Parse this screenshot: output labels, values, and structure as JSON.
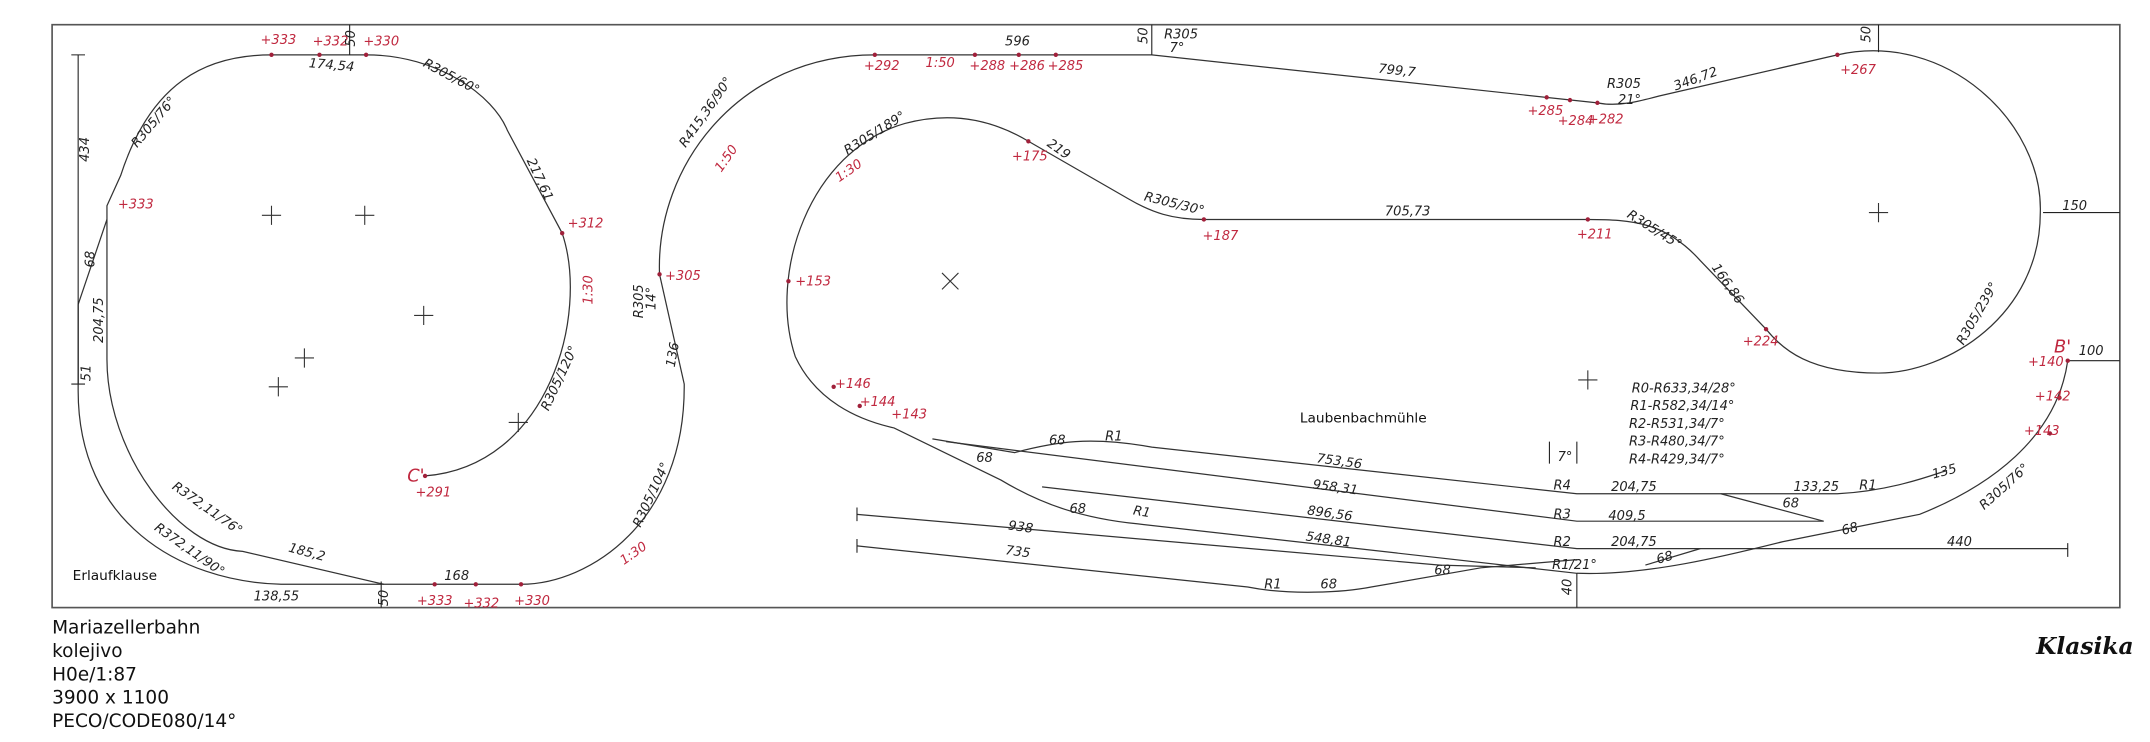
{
  "info": {
    "lines": [
      "Mariazellerbahn",
      "kolejivo",
      "H0e/1:87",
      "3900 x 1100",
      "PECO/CODE080/14°"
    ],
    "brand": "Klasika"
  },
  "stations": {
    "left": "Erlaufklause",
    "center": "Laubenbachmühle"
  },
  "legend": [
    "R0-R633,34/28°",
    "R1-R582,34/14°",
    "R2-R531,34/7°",
    "R3-R480,34/7°",
    "R4-R429,34/7°"
  ],
  "labels": {
    "a1": "+333",
    "a2": "+332",
    "a3": "50",
    "a4": "+330",
    "a5": "174,54",
    "a6": "R305/76°",
    "a7": "R305/60°",
    "a8": "217,61",
    "a9": "+312",
    "a10": "434",
    "a11": "+333",
    "a12": "68",
    "a13": "204,75",
    "a14": "51",
    "a15": "1:30",
    "a16": "R305/120°",
    "a17": "C'",
    "a18": "+291",
    "a19": "R372,11/76°",
    "a20": "R372,11/90°",
    "a21": "185,2",
    "a22": "138,55",
    "a23": "50",
    "a24": "168",
    "a25": "+333",
    "a26": "+332",
    "a27": "+330",
    "a28": "R305/104°",
    "a29": "1:30",
    "b1": "136",
    "b2": "R305",
    "b3": "14°",
    "b4": "+305",
    "b5": "R415,36/90°",
    "b6": "1:50",
    "c1": "+292",
    "c2": "1:50",
    "c3": "+288",
    "c4": "+286",
    "c5": "+285",
    "c6": "596",
    "c7": "50",
    "c8": "R305",
    "c9": "7°",
    "c10": "799,7",
    "c11": "R305",
    "c12": "21°",
    "c13": "+285",
    "c14": "+284",
    "c15": "+282",
    "c16": "346,72",
    "c17": "+267",
    "c18": "50",
    "c19": "150",
    "d1": "R305/189°",
    "d2": "1:30",
    "d3": "+175",
    "d4": "219",
    "d5": "R305/30°",
    "d6": "+187",
    "d7": "705,73",
    "d8": "+211",
    "d9": "R305/45°",
    "d10": "166,86",
    "d11": "+224",
    "d12": "R305/239°",
    "d13": "+153",
    "d14": "+146",
    "d15": "+144",
    "d16": "+143",
    "e1": "B'",
    "e2": "+140",
    "e3": "100",
    "e4": "+142",
    "e5": "+143",
    "e6": "R305/76°",
    "e7": "7°",
    "f1": "68",
    "f2": "R1",
    "f3": "68",
    "f4": "753,56",
    "f5": "958,31",
    "f6": "896,56",
    "f7": "548,81",
    "f8": "68",
    "f9": "R1",
    "f10": "938",
    "f11": "735",
    "f12": "R1",
    "f13": "68",
    "f14": "68",
    "f15": "R4",
    "f16": "R3",
    "f17": "R2",
    "f18": "R1/21°",
    "f19": "40",
    "f20": "204,75",
    "f21": "133,25",
    "f22": "R1",
    "f23": "135",
    "f24": "68",
    "f25": "409,5",
    "f26": "68",
    "f27": "204,75",
    "f28": "68",
    "f29": "440"
  }
}
